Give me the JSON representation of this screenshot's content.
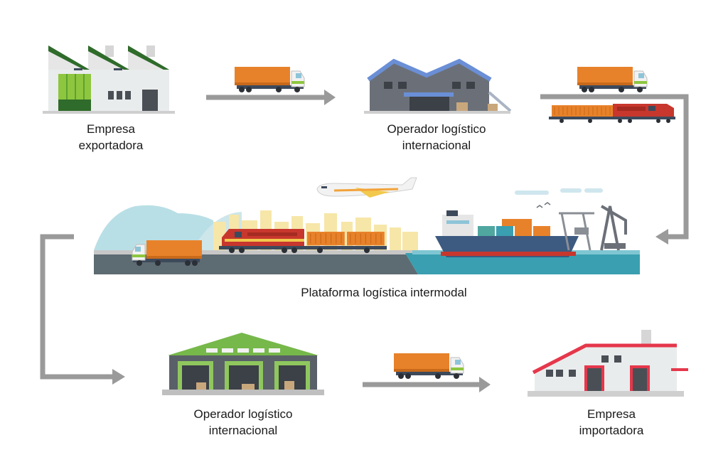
{
  "nodes": {
    "exporter": {
      "line1": "Empresa",
      "line2": "exportadora"
    },
    "operator_top": {
      "line1": "Operador logístico",
      "line2": "internacional"
    },
    "platform": {
      "label": "Plataforma logística intermodal"
    },
    "operator_bottom": {
      "line1": "Operador logístico",
      "line2": "internacional"
    },
    "importer": {
      "line1": "Empresa",
      "line2": "importadora"
    }
  },
  "colors": {
    "arrow": "#9a9a9a",
    "container_orange": "#e8822a",
    "locomotive_red": "#c8372d",
    "sea": "#3a9fb0",
    "ground": "#5d6b72",
    "factory_green": "#8ec63f",
    "roof_blue": "#6a8fd6",
    "roof_green": "#76b84a",
    "roof_red": "#e5374b"
  },
  "icons": [
    "factory-icon",
    "truck-icon",
    "warehouse-icon",
    "train-icon",
    "airplane-icon",
    "cargo-ship-icon",
    "port-crane-icon",
    "distribution-center-icon"
  ]
}
